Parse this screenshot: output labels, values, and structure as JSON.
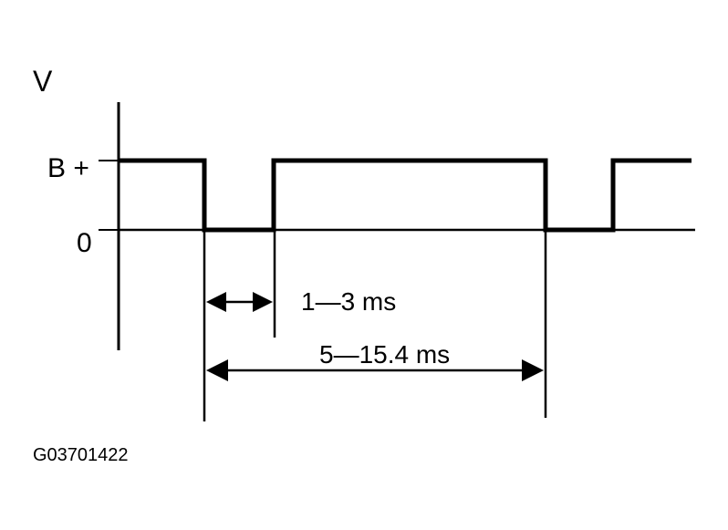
{
  "diagram": {
    "axis_label": "V",
    "level_high_label": "B +",
    "level_low_label": "0",
    "pulse_width_label": "1—3 ms",
    "period_label": "5—15.4 ms",
    "figure_id": "G03701422"
  },
  "colors": {
    "ink": "#000000",
    "background": "#ffffff"
  }
}
